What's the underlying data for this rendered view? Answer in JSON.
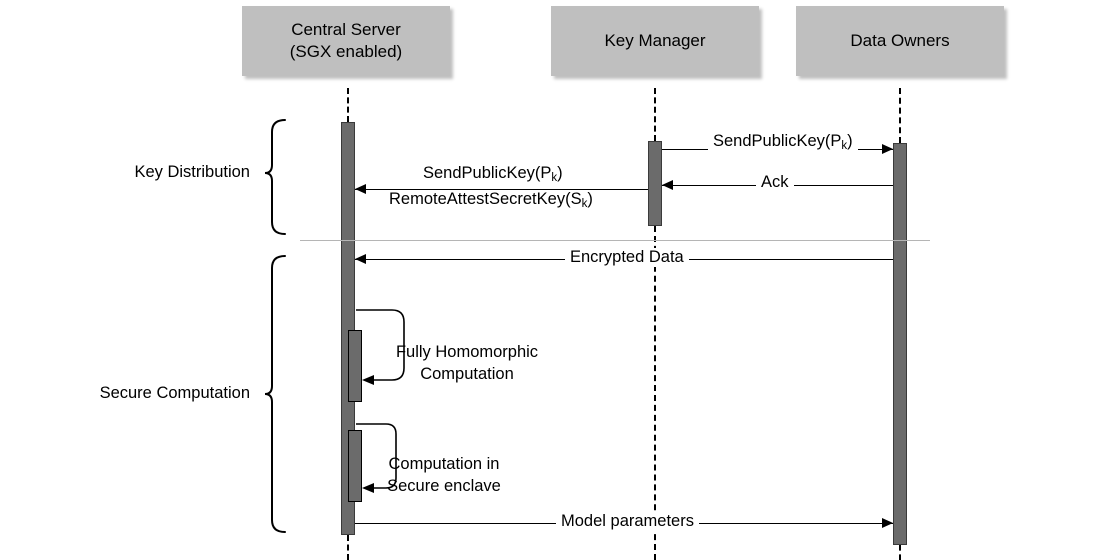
{
  "diagram": {
    "title": "Secure Federated Learning Sequence Diagram",
    "type": "uml-sequence-diagram",
    "colors": {
      "participant_fill": "#bfbfbf",
      "activation_fill": "#6b6b6b",
      "line": "#000000",
      "separator": "#b5b5b5",
      "background": "#ffffff"
    }
  },
  "participants": [
    {
      "id": "central-server",
      "label": "Central Server\n(SGX enabled)"
    },
    {
      "id": "key-manager",
      "label": "Key Manager"
    },
    {
      "id": "data-owners",
      "label": "Data Owners"
    }
  ],
  "phases": [
    {
      "id": "key-distribution",
      "label": "Key Distribution"
    },
    {
      "id": "secure-computation",
      "label": "Secure Computation"
    }
  ],
  "messages": [
    {
      "id": "send-public-key-km-to-do",
      "text": "SendPublicKey(P",
      "sub": "k",
      "text_tail": ")",
      "from": "key-manager",
      "to": "data-owners",
      "direction": "right"
    },
    {
      "id": "ack-do-to-km",
      "text": "Ack",
      "sub": "",
      "text_tail": "",
      "from": "data-owners",
      "to": "key-manager",
      "direction": "left"
    },
    {
      "id": "send-public-key-km-to-cs",
      "text": "SendPublicKey(P",
      "sub": "k",
      "text_tail": ")",
      "from": "key-manager",
      "to": "central-server",
      "direction": "left"
    },
    {
      "id": "remote-attest-secret-key",
      "text": "RemoteAttestSecretKey(S",
      "sub": "k",
      "text_tail": ")",
      "from": "key-manager",
      "to": "central-server",
      "direction": "left"
    },
    {
      "id": "encrypted-data",
      "text": "Encrypted Data",
      "sub": "",
      "text_tail": "",
      "from": "data-owners",
      "to": "central-server",
      "direction": "left"
    },
    {
      "id": "model-parameters",
      "text": "Model parameters",
      "sub": "",
      "text_tail": "",
      "from": "central-server",
      "to": "data-owners",
      "direction": "right"
    }
  ],
  "self_calls": [
    {
      "id": "fully-homomorphic-computation",
      "label": "Fully Homomorphic\nComputation",
      "on": "central-server"
    },
    {
      "id": "computation-in-secure-enclave",
      "label": "Computation in\nSecure enclave",
      "on": "central-server"
    }
  ]
}
